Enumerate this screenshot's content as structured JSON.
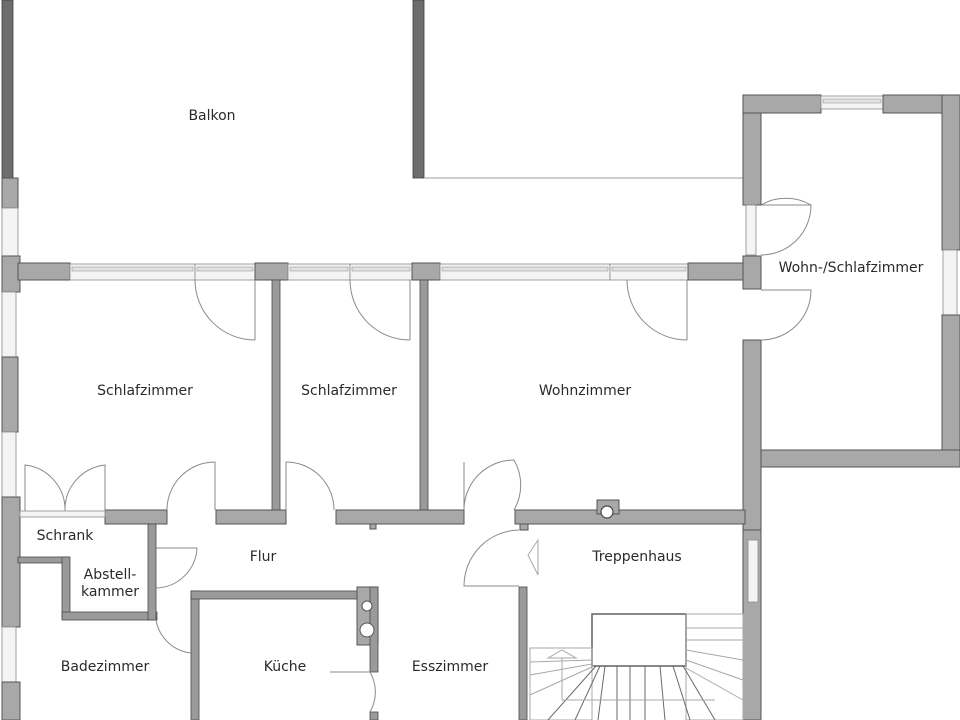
{
  "floorplan": {
    "rooms": [
      {
        "label": "Balkon"
      },
      {
        "label": "Wohn-/Schlafzimmer"
      },
      {
        "label": "Schlafzimmer"
      },
      {
        "label": "Schlafzimmer"
      },
      {
        "label": "Wohnzimmer"
      },
      {
        "label": "Schrank"
      },
      {
        "label": "Abstell-"
      },
      {
        "label": "kammer"
      },
      {
        "label": "Flur"
      },
      {
        "label": "Treppenhaus"
      },
      {
        "label": "Badezimmer"
      },
      {
        "label": "Küche"
      },
      {
        "label": "Esszimmer"
      }
    ],
    "colors": {
      "wall": "#a8a8a8",
      "wall_outline": "#555555",
      "background": "#ffffff",
      "text": "#2a2a2a"
    }
  }
}
